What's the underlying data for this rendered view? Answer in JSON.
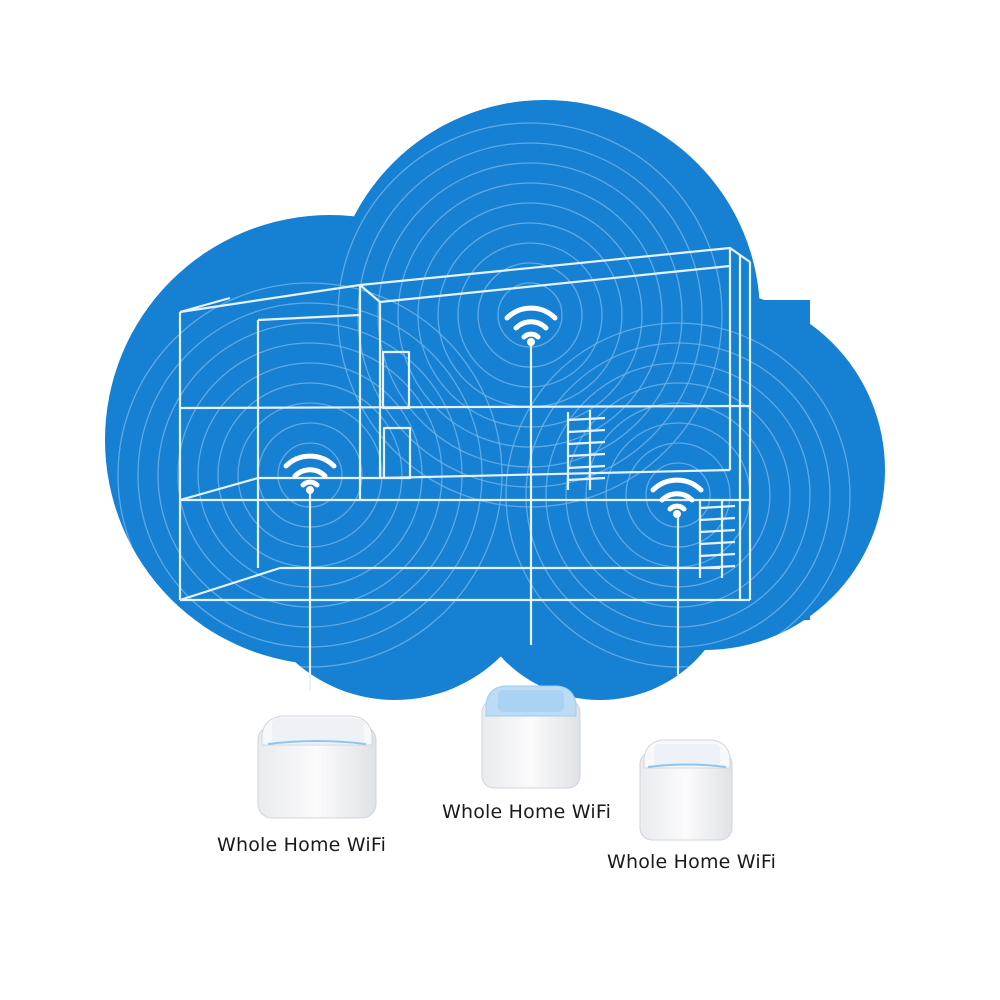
{
  "colors": {
    "cloud": "#1680d3",
    "line": "#e6f3ff",
    "device_body": "#f4f5f7",
    "device_top_glow": "#bcdcf5",
    "label_text": "#1a1a1a"
  },
  "icons": {
    "wifi_signal": "wifi-icon",
    "node": "mesh-node-device"
  },
  "devices": [
    {
      "label": "Whole Home WiFi"
    },
    {
      "label": "Whole Home WiFi"
    },
    {
      "label": "Whole Home WiFi"
    }
  ]
}
